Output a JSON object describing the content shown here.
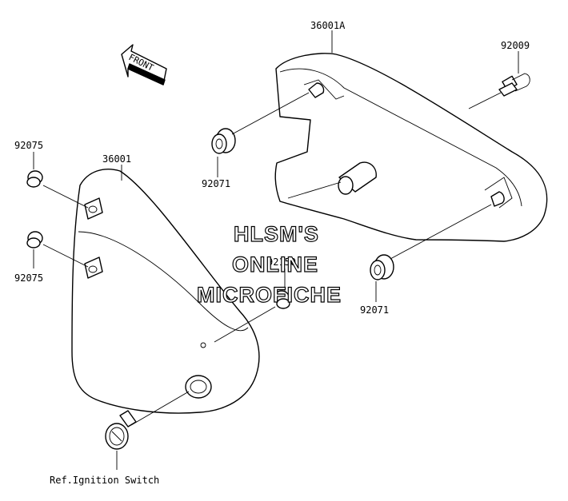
{
  "labels": {
    "p36001A": "36001A",
    "p92009": "92009",
    "p92075_top": "92075",
    "p36001": "36001",
    "p92071_left": "92071",
    "p92075_bottom": "92075",
    "p92150": "92150",
    "p92071_right": "92071",
    "ref": "Ref.Ignition Switch"
  },
  "front_arrow": {
    "label": "FRONT"
  },
  "watermark": {
    "line1": "HLSM'S",
    "line2": "ONLINE",
    "line3": "MICROFICHE"
  }
}
